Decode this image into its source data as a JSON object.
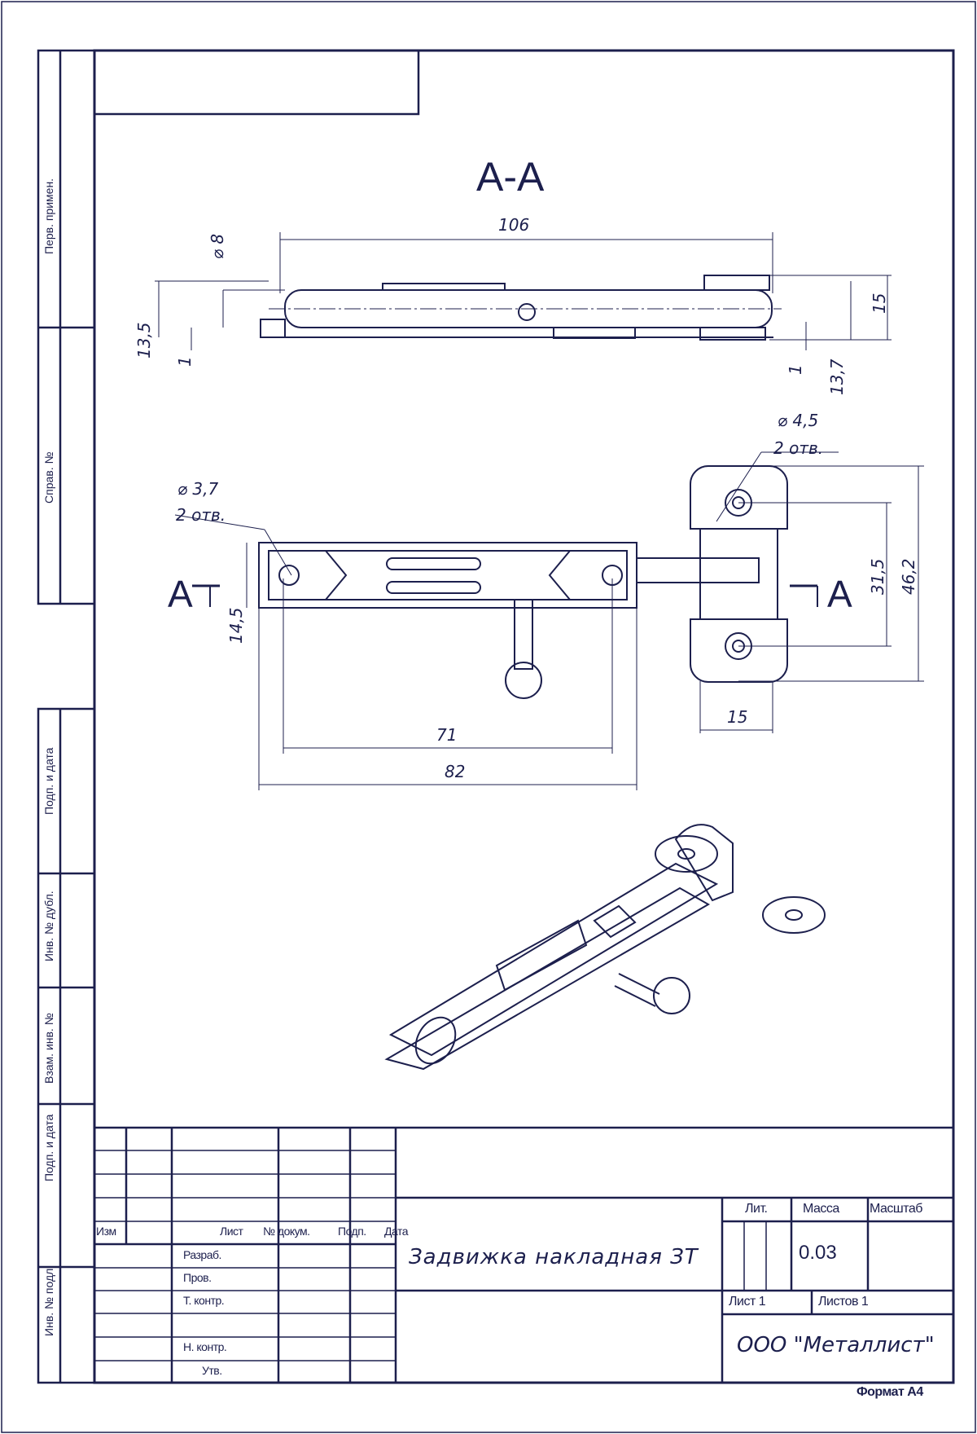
{
  "drawing": {
    "section_label": "А-А",
    "section_marker": "А",
    "section_dimensions": {
      "dia": "⌀ 8",
      "length": "106",
      "left_height": "13,5",
      "left_gap": "1",
      "right_height": "15",
      "right_inner": "13,7",
      "right_gap": "1"
    },
    "plan_dimensions": {
      "hole_small": "⌀ 3,7",
      "hole_small_qty": "2 отв.",
      "hole_large": "⌀ 4,5",
      "hole_large_qty": "2 отв.",
      "width_body": "14,5",
      "hole_spacing_body": "71",
      "body_length": "82",
      "bracket_width": "15",
      "bracket_hole_spacing": "31,5",
      "bracket_height": "46,2"
    }
  },
  "side_strip": [
    "Перв. примен.",
    "Справ. №",
    "Подп. и дата",
    "Инв. № дубл.",
    "Взам. инв. №",
    "Подп. и дата",
    "Инв. № подл."
  ],
  "title_block": {
    "headers": [
      "Изм",
      "Лист",
      "№ докум.",
      "Подп.",
      "Дата"
    ],
    "roles": [
      "Разраб.",
      "Пров.",
      "Т. контр.",
      "Н. контр.",
      "Утв."
    ],
    "title": "Задвижка накладная ЗТ",
    "lit_label": "Лит.",
    "mass_label": "Масса",
    "scale_label": "Масштаб",
    "mass": "0.03",
    "sheet": "Лист 1",
    "sheets": "Листов 1",
    "company": "ООО \"Металлист\"",
    "format": "Формат А4"
  },
  "colors": {
    "ink": "#1c1f4d",
    "paper": "#ffffff"
  }
}
